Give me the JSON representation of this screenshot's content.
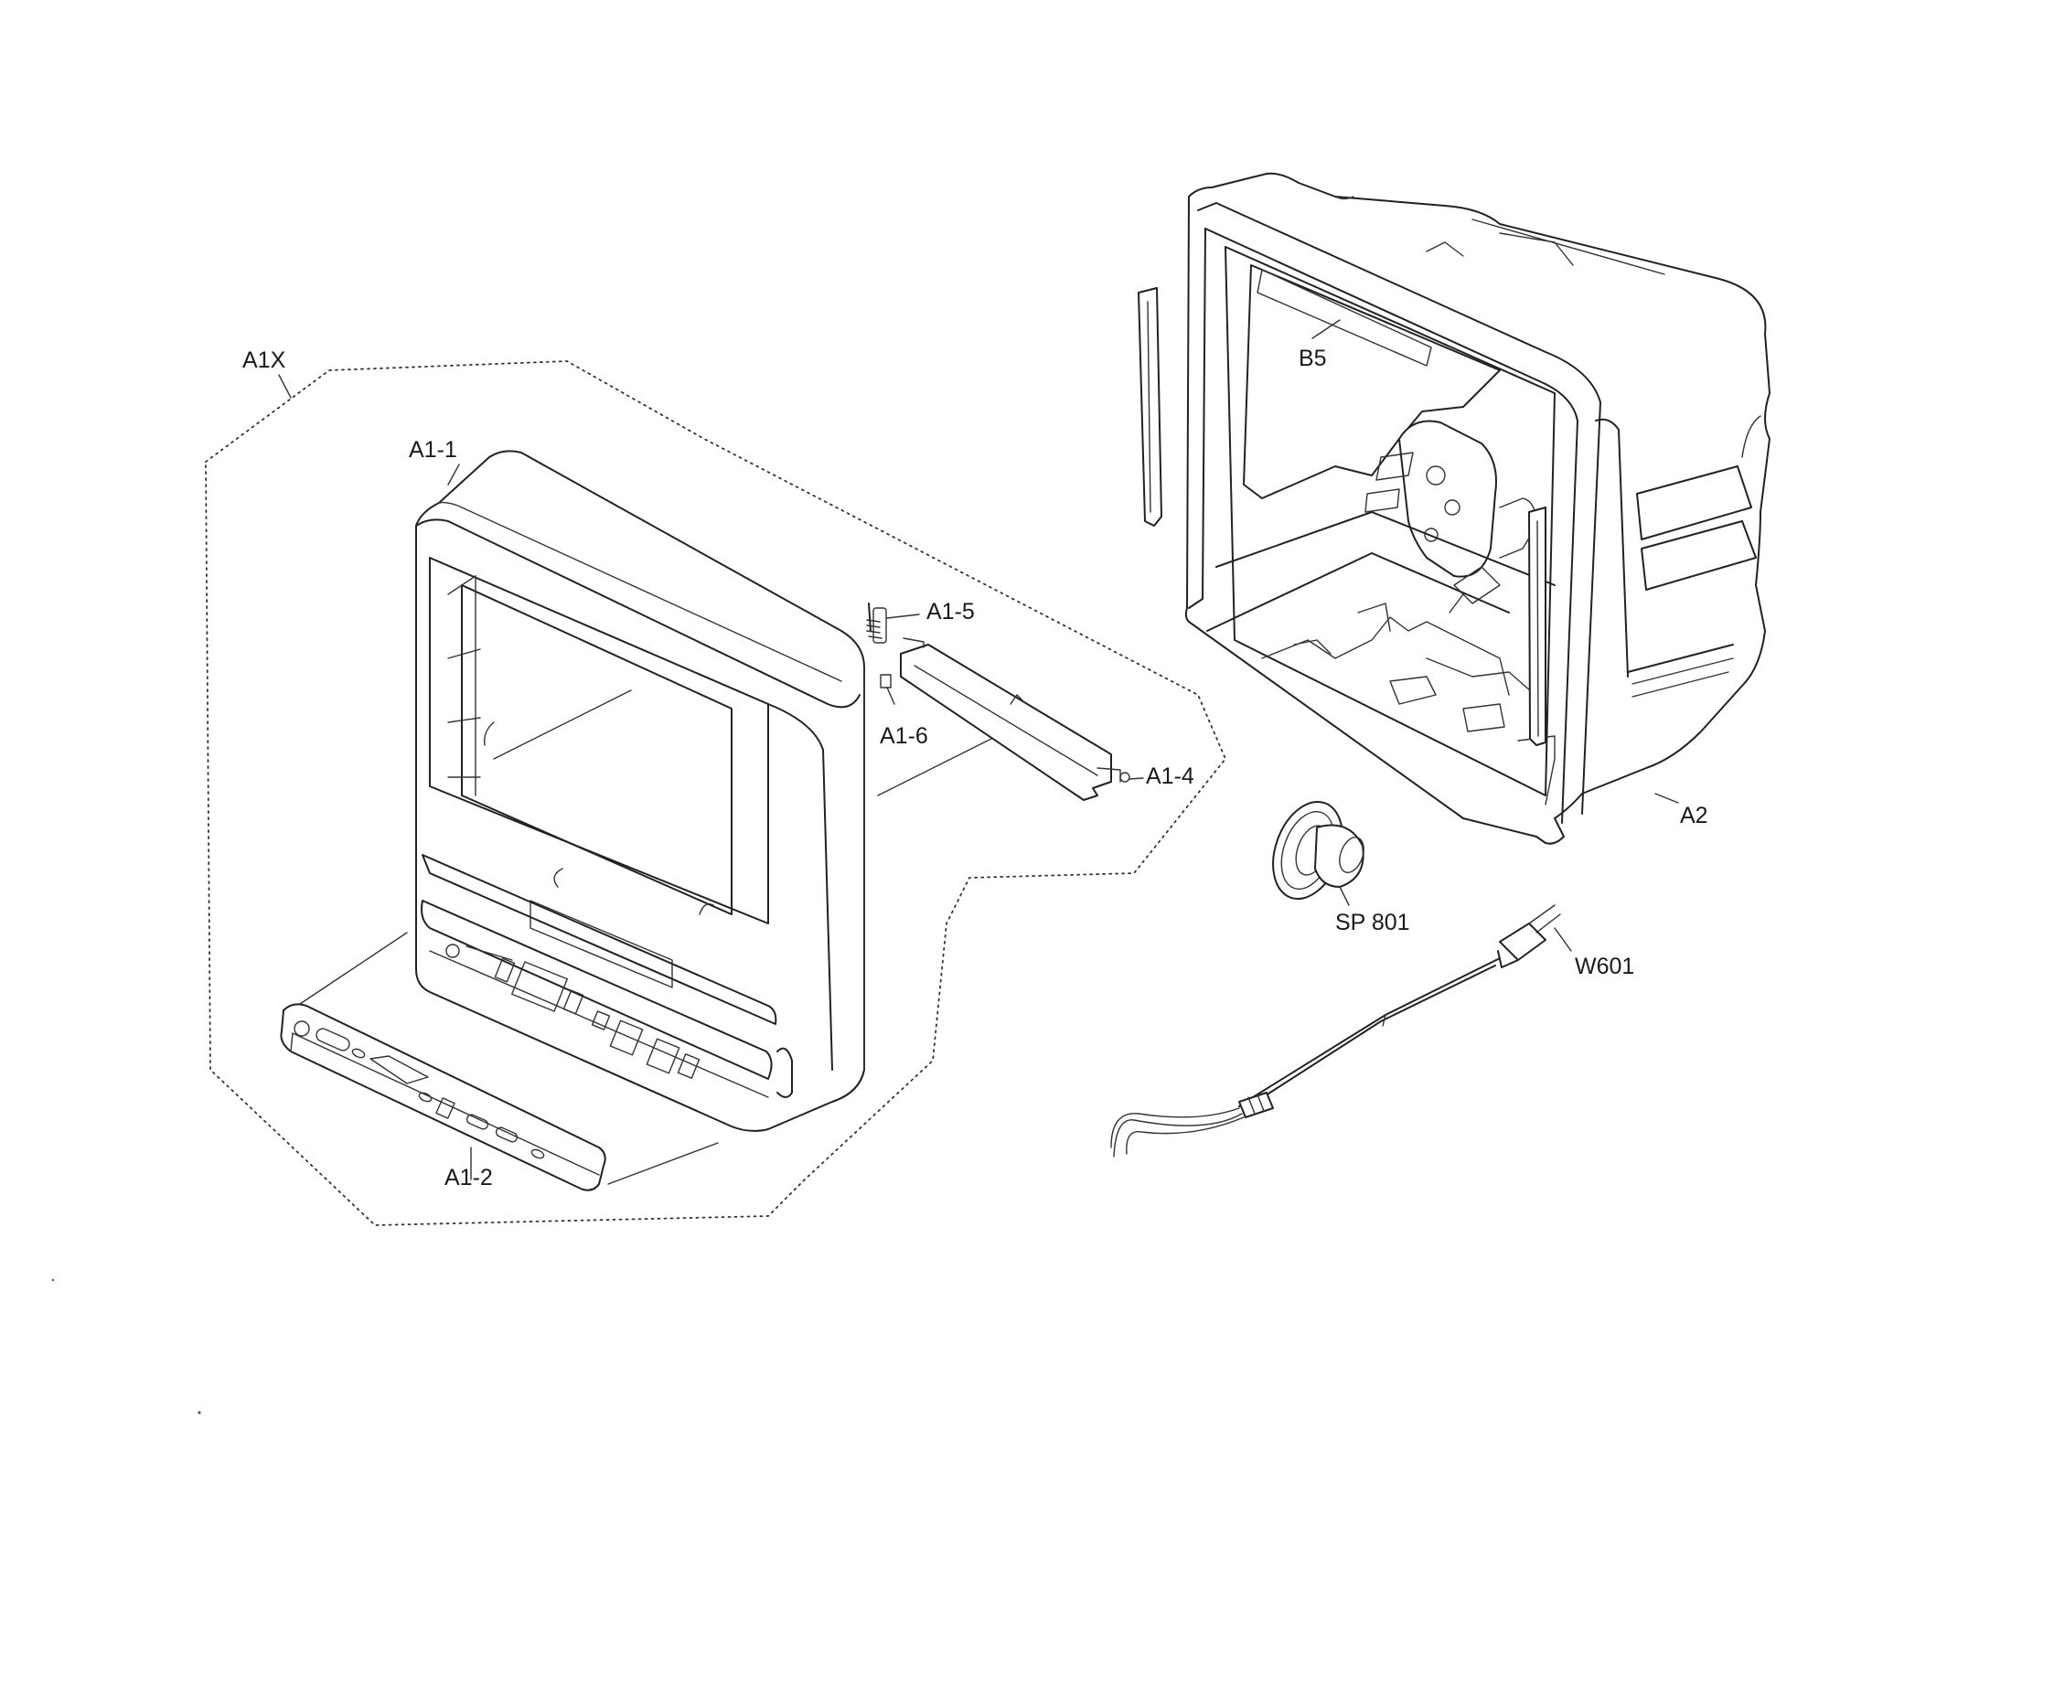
{
  "diagram": {
    "labels": {
      "a1x": "A1X",
      "a1_1": "A1-1",
      "a1_2": "A1-2",
      "a1_4": "A1-4",
      "a1_5": "A1-5",
      "a1_6": "A1-6",
      "a2": "A2",
      "b5": "B5",
      "sp801": "SP 801",
      "w601": "W601"
    },
    "line_color": "#222222",
    "background": "#ffffff"
  }
}
